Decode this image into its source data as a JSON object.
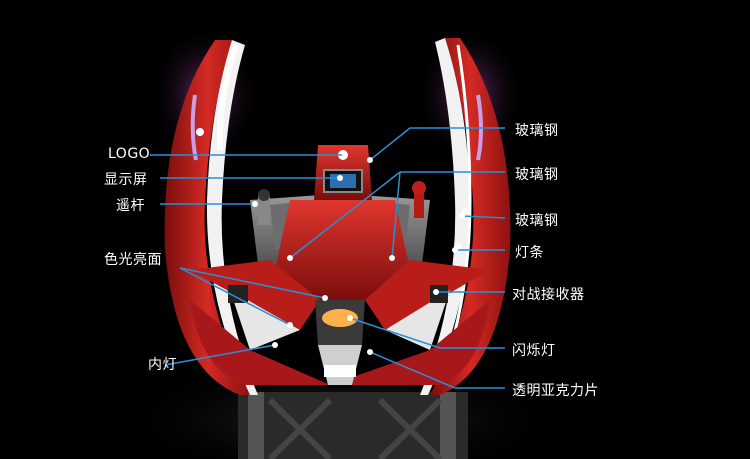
{
  "labels": {
    "logo": "LOGO",
    "display_screen": "显示屏",
    "joystick": "遥杆",
    "color_glossy_surface": "色光亮面",
    "inner_light": "内灯",
    "glass_steel_1": "玻璃钢",
    "glass_steel_2": "玻璃钢",
    "glass_steel_3": "玻璃钢",
    "light_strip": "灯条",
    "battle_receiver": "对战接收器",
    "flash_light": "闪烁灯",
    "transparent_acrylic": "透明亚克力片"
  },
  "colors": {
    "background": "#000000",
    "body_red": "#c21f1c",
    "leader_line": "#2a8fd6",
    "label_text": "#ffffff"
  }
}
